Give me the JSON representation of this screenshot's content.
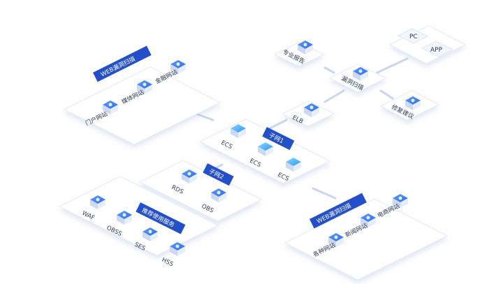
{
  "top_right_panel": {
    "pc_label": "PC",
    "app_label": "APP"
  },
  "scan_cluster": {
    "professional_report": "专业报告",
    "vuln_scan": "漏洞扫描",
    "fix_suggestion": "修复建议",
    "elb": "ELB"
  },
  "web_scan_left": {
    "tag": "WEB漏洞扫描",
    "items": [
      "金融网站",
      "媒体网站",
      "门户网站"
    ]
  },
  "subnet1": {
    "tag": "子网1",
    "items": [
      "ECS",
      "ECS",
      "ECS"
    ]
  },
  "subnet2": {
    "tag": "子网2",
    "items": [
      "RDS",
      "OBS"
    ]
  },
  "recommended": {
    "tag": "推荐使用服务",
    "items": [
      "WAF",
      "OBSS",
      "SES",
      "HSS"
    ]
  },
  "web_scan_right": {
    "tag": "WEB漏洞扫描",
    "items": [
      "电商网站",
      "新闻网站",
      "各种网站"
    ]
  },
  "colors": {
    "accent": "#2350c8",
    "icon_top": "#3a7bf0",
    "platform": "#ffffff",
    "connector": "#c9d6ee"
  }
}
